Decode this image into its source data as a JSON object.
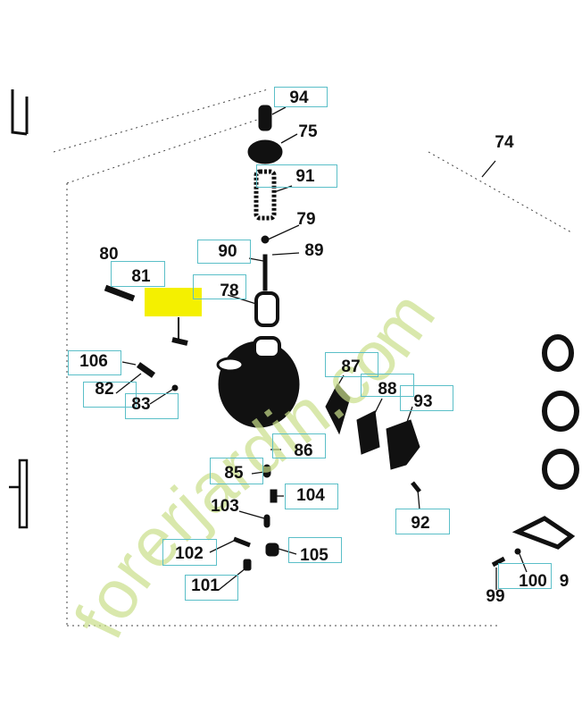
{
  "diagram": {
    "watermark": "forerjardin.com",
    "highlight_color": "#f4f000",
    "box_color": "#5bbfc8",
    "parts": [
      {
        "id": "p94",
        "label": "94",
        "boxed": true
      },
      {
        "id": "p75",
        "label": "75",
        "boxed": false
      },
      {
        "id": "p91",
        "label": "91",
        "boxed": true
      },
      {
        "id": "p74",
        "label": "74",
        "boxed": false
      },
      {
        "id": "p79",
        "label": "79",
        "boxed": false
      },
      {
        "id": "p90",
        "label": "90",
        "boxed": true
      },
      {
        "id": "p89",
        "label": "89",
        "boxed": false
      },
      {
        "id": "p80",
        "label": "80",
        "boxed": false
      },
      {
        "id": "p81",
        "label": "81",
        "boxed": true
      },
      {
        "id": "p78",
        "label": "78",
        "boxed": true
      },
      {
        "id": "p106",
        "label": "106",
        "boxed": true
      },
      {
        "id": "p82",
        "label": "82",
        "boxed": true
      },
      {
        "id": "p83",
        "label": "83",
        "boxed": true
      },
      {
        "id": "p87",
        "label": "87",
        "boxed": true
      },
      {
        "id": "p88",
        "label": "88",
        "boxed": true
      },
      {
        "id": "p93",
        "label": "93",
        "boxed": true
      },
      {
        "id": "p86",
        "label": "86",
        "boxed": true
      },
      {
        "id": "p85",
        "label": "85",
        "boxed": true
      },
      {
        "id": "p104",
        "label": "104",
        "boxed": true
      },
      {
        "id": "p103",
        "label": "103",
        "boxed": false
      },
      {
        "id": "p92",
        "label": "92",
        "boxed": true
      },
      {
        "id": "p102",
        "label": "102",
        "boxed": true
      },
      {
        "id": "p105",
        "label": "105",
        "boxed": true
      },
      {
        "id": "p101",
        "label": "101",
        "boxed": true
      },
      {
        "id": "p100",
        "label": "100",
        "boxed": true
      },
      {
        "id": "p99",
        "label": "99",
        "boxed": false
      },
      {
        "id": "p9x",
        "label": "9",
        "boxed": false
      }
    ]
  }
}
